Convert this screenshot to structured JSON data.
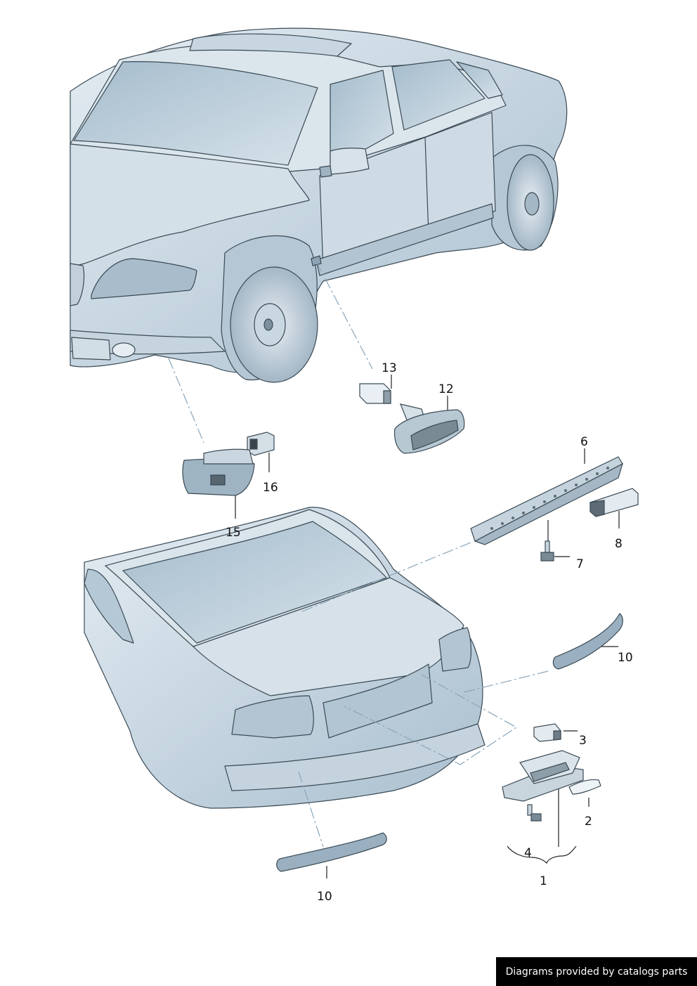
{
  "callouts": {
    "n1": "1",
    "n2": "2",
    "n3": "3",
    "n4": "4",
    "n6": "6",
    "n7": "7",
    "n8": "8",
    "n10a": "10",
    "n10b": "10",
    "n12": "12",
    "n13": "13",
    "n15": "15",
    "n16": "16"
  },
  "footer": {
    "credit": "Diagrams provided by catalogs parts"
  },
  "colors": {
    "body_fill": "#cdd9e3",
    "body_shade": "#a9bfcf",
    "glass": "#b4c8d6",
    "outline": "#3a4a55",
    "part_dark": "#6e7c86",
    "leader": "#7fa0b8"
  }
}
